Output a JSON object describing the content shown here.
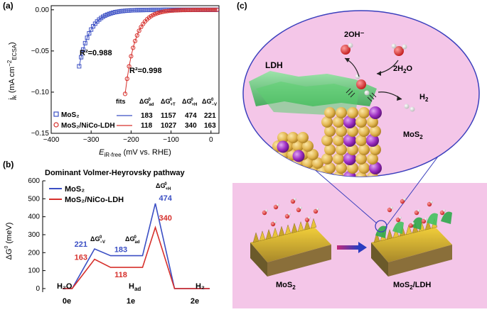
{
  "colors": {
    "blue": "#3b4fc4",
    "red": "#d6302c",
    "pink": "#f4c6e8",
    "pink_border": "#3a3fbd"
  },
  "panel_a": {
    "panel_label": "(a)",
    "ylabel": "j_k (mA cm^-2_ECSA)",
    "xlabel": "E_iR-free (mV vs. RHE)",
    "r2_blue": "R²=0.988",
    "r2_red": "R²=0.998",
    "legend": {
      "blue": "MoS₂",
      "red": "MoS₂/NiCo-LDH"
    },
    "table": {
      "headers": [
        "fits",
        "ΔG⁰ad",
        "ΔG⁰+T",
        "ΔG⁰+H",
        "ΔG⁰−V"
      ],
      "rows": [
        {
          "values": [
            "183",
            "1157",
            "474",
            "221"
          ]
        },
        {
          "values": [
            "118",
            "1027",
            "340",
            "163"
          ]
        }
      ]
    }
  },
  "panel_b": {
    "panel_label": "(b)",
    "title": "Dominant Volmer-Heyrovsky pathway",
    "ylabel": "ΔG⁰ (meV)",
    "legend": {
      "blue": "MoS₂",
      "red": "MoS₂/NiCo-LDH"
    },
    "x_ticks": [
      "0e",
      "1e",
      "2e"
    ],
    "state_labels": {
      "h2o": "H₂O",
      "had": "H_ad",
      "h2": "H₂"
    },
    "step_labels": {
      "v": "ΔG⁰−V",
      "ad": "ΔG⁰ad",
      "h": "ΔG⁰+H"
    }
  },
  "panel_c": {
    "panel_label": "(c)",
    "labels": {
      "oh": "2OH⁻",
      "water": "2H₂O",
      "h2": "H₂",
      "ldh": "LDH",
      "mos2_zoom": "MoS₂",
      "mos2_bottom": "MoS₂",
      "mos2_ldh_bottom": "MoS₂/LDH"
    }
  },
  "chart_data": [
    {
      "type": "scatter",
      "panel": "(a)",
      "xlabel": "E_iR-free (mV vs. RHE)",
      "ylabel": "j_k (mA cm^-2_ECSA)",
      "xlim": [
        -400,
        20
      ],
      "ylim": [
        -0.15,
        0.005
      ],
      "x_ticks": [
        -400,
        -300,
        -200,
        -100,
        0
      ],
      "y_ticks": [
        0.0,
        -0.05,
        -0.1,
        -0.15
      ],
      "series": [
        {
          "name": "MoS₂",
          "color": "#3b4fc4",
          "marker": "square-open",
          "fit_r2": "R²=0.988",
          "x": [
            -330,
            -325,
            -320,
            -315,
            -310,
            -305,
            -300,
            -295,
            -290,
            -285,
            -280,
            -275,
            -270,
            -265,
            -260,
            -255,
            -250,
            -245,
            -240,
            -235,
            -230,
            -225,
            -220,
            -215,
            -210,
            -205,
            -200,
            -195,
            -190,
            -185,
            -180,
            -175,
            -170,
            -165,
            -160,
            -155,
            -150,
            -145,
            -140,
            -135,
            -130,
            -125,
            -120,
            -115,
            -110,
            -105,
            -100,
            -95,
            -90,
            -85,
            -80,
            -75,
            -70,
            -65,
            -60,
            -55,
            -50,
            -45,
            -40,
            -35,
            -30,
            -25,
            -20,
            -15,
            -10,
            -5,
            0,
            5,
            10,
            15
          ],
          "y": [
            -0.0686,
            -0.0576,
            -0.0483,
            -0.0405,
            -0.034,
            -0.0286,
            -0.024,
            -0.0201,
            -0.0169,
            -0.0142,
            -0.0119,
            -0.01,
            -0.0084,
            -0.007,
            -0.0059,
            -0.005,
            -0.0042,
            -0.0035,
            -0.0029,
            -0.0025,
            -0.0021,
            -0.0017,
            -0.0015,
            -0.0012,
            -0.001,
            -0.0009,
            -0.0007,
            -0.0006,
            -0.0005,
            -0.0004,
            -0.0004,
            -0.0003,
            -0.0003,
            -0.0002,
            -0.0002,
            -0.0002,
            -0.0001,
            -0.0001,
            -0.0001,
            -0.0001,
            -0.0001,
            -0.0001,
            0,
            0,
            0,
            0,
            0,
            0,
            0,
            0,
            0,
            0,
            0,
            0,
            0,
            0,
            0,
            0,
            0,
            0,
            0,
            0,
            0,
            0,
            0,
            0,
            0,
            0,
            0,
            0
          ]
        },
        {
          "name": "MoS₂/NiCo-LDH",
          "color": "#d6302c",
          "marker": "circle-open",
          "fit_r2": "R²=0.998",
          "x": [
            -215,
            -210,
            -205,
            -200,
            -195,
            -190,
            -185,
            -180,
            -175,
            -170,
            -165,
            -160,
            -155,
            -150,
            -145,
            -140,
            -135,
            -130,
            -125,
            -120,
            -115,
            -110,
            -105,
            -100,
            -95,
            -90,
            -85,
            -80,
            -75,
            -70,
            -65,
            -60,
            -55,
            -50,
            -45,
            -40,
            -35,
            -30,
            -25,
            -20,
            -15,
            -10,
            -5,
            0,
            5,
            10,
            15
          ],
          "y": [
            -0.1021,
            -0.0838,
            -0.0687,
            -0.0564,
            -0.0462,
            -0.0379,
            -0.0311,
            -0.0255,
            -0.0209,
            -0.0172,
            -0.0141,
            -0.0116,
            -0.0095,
            -0.0078,
            -0.0064,
            -0.0052,
            -0.0043,
            -0.0035,
            -0.0029,
            -0.0024,
            -0.0019,
            -0.0016,
            -0.0013,
            -0.0011,
            -0.0009,
            -0.0007,
            -0.0006,
            -0.0005,
            -0.0004,
            -0.0003,
            -0.0003,
            -0.0002,
            -0.0002,
            -0.0002,
            -0.0001,
            -0.0001,
            -0.0001,
            -0.0001,
            0,
            0,
            0,
            0,
            0,
            0,
            0,
            0,
            0
          ]
        }
      ]
    },
    {
      "type": "line",
      "panel": "(b)",
      "title": "Dominant Volmer-Heyrovsky pathway",
      "ylabel": "ΔG⁰ (meV)",
      "ylim": [
        -20,
        600
      ],
      "y_ticks": [
        0,
        100,
        200,
        300,
        400,
        500,
        600
      ],
      "x_ticks": [
        "0e",
        "1e",
        "2e"
      ],
      "series": [
        {
          "name": "MoS₂",
          "color": "#3b4fc4",
          "x": [
            0,
            0.15,
            0.5,
            0.75,
            1.0,
            1.25,
            1.45,
            1.75,
            2.0,
            2.3
          ],
          "y": [
            0,
            0,
            221,
            183,
            183,
            183,
            474,
            0,
            0,
            0
          ],
          "labels": [
            "221",
            "183",
            "474"
          ]
        },
        {
          "name": "MoS₂/NiCo-LDH",
          "color": "#d6302c",
          "x": [
            0,
            0.15,
            0.5,
            0.75,
            1.0,
            1.25,
            1.45,
            1.75,
            2.0,
            2.3
          ],
          "y": [
            0,
            0,
            163,
            118,
            118,
            118,
            340,
            0,
            0,
            0
          ],
          "labels": [
            "163",
            "118",
            "340"
          ]
        }
      ]
    }
  ]
}
